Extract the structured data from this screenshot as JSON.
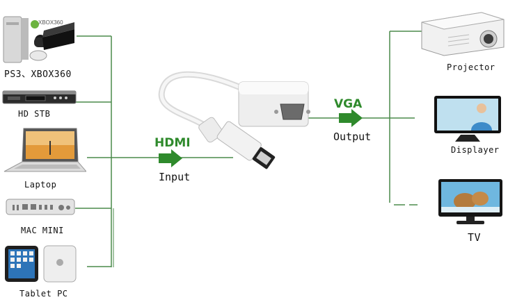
{
  "sources": [
    {
      "label": "PS3、XBOX360"
    },
    {
      "label": "HD STB"
    },
    {
      "label": "Laptop"
    },
    {
      "label": "MAC MINI"
    },
    {
      "label": "Tablet PC"
    }
  ],
  "xbox_logo_text": "XBOX360",
  "input": {
    "tag": "HDMI",
    "label": "Input"
  },
  "output": {
    "tag": "VGA",
    "label": "Output"
  },
  "targets": [
    {
      "label": "Projector"
    },
    {
      "label": "Displayer"
    },
    {
      "label": "TV"
    }
  ],
  "colors": {
    "line": "#3d7f3d",
    "accent": "#2f8a2c"
  }
}
